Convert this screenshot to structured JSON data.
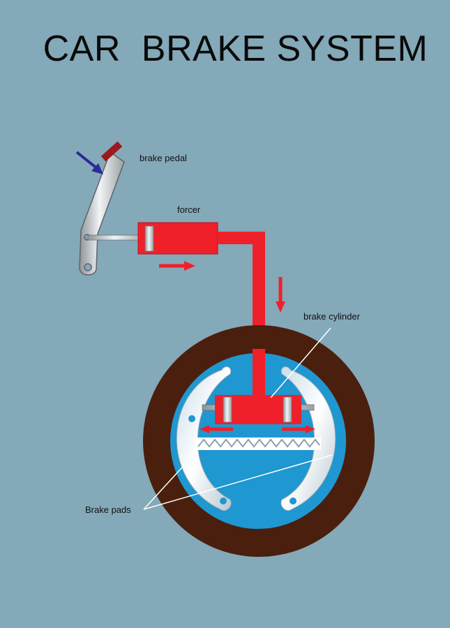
{
  "title": "CAR  BRAKE SYSTEM",
  "labels": {
    "brake_pedal": "brake pedal",
    "forcer": "forcer",
    "brake_cylinder": "brake cylinder",
    "brake_pads": "Brake pads"
  },
  "colors": {
    "background": "#84a9b9",
    "hydraulic": "#f0202a",
    "drum": "#4a1f0d",
    "hub": "#1f97d0",
    "force_arrow": "#2a2a9a",
    "pedal_pad": "#9a1a20"
  }
}
